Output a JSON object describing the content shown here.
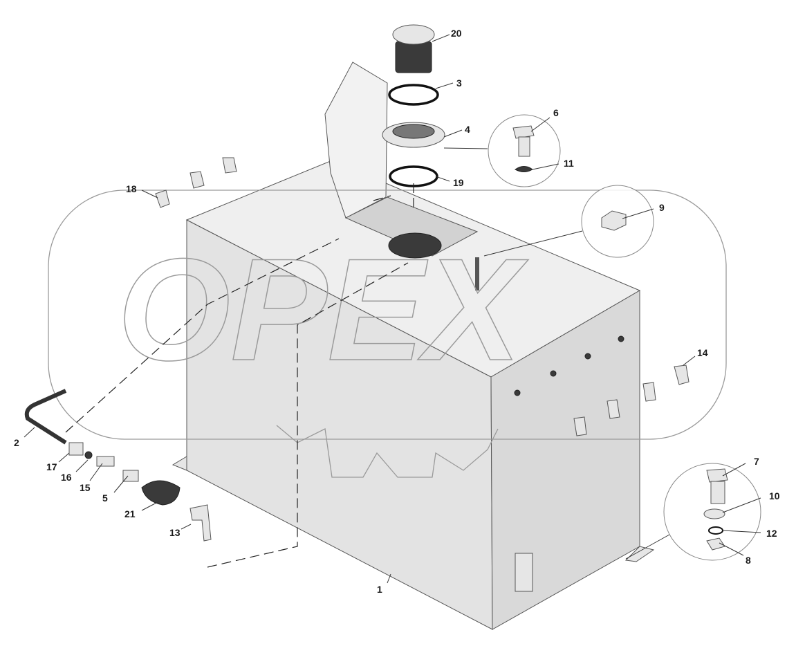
{
  "diagram": {
    "callouts": [
      {
        "id": "c1",
        "label": "1"
      },
      {
        "id": "c2",
        "label": "2"
      },
      {
        "id": "c3",
        "label": "3"
      },
      {
        "id": "c4",
        "label": "4"
      },
      {
        "id": "c5",
        "label": "5"
      },
      {
        "id": "c6",
        "label": "6"
      },
      {
        "id": "c7",
        "label": "7"
      },
      {
        "id": "c8",
        "label": "8"
      },
      {
        "id": "c9",
        "label": "9"
      },
      {
        "id": "c10",
        "label": "10"
      },
      {
        "id": "c11",
        "label": "11"
      },
      {
        "id": "c12",
        "label": "12"
      },
      {
        "id": "c13",
        "label": "13"
      },
      {
        "id": "c14",
        "label": "14"
      },
      {
        "id": "c15",
        "label": "15"
      },
      {
        "id": "c16",
        "label": "16"
      },
      {
        "id": "c17",
        "label": "17"
      },
      {
        "id": "c18",
        "label": "18"
      },
      {
        "id": "c19",
        "label": "19"
      },
      {
        "id": "c20",
        "label": "20"
      },
      {
        "id": "c21",
        "label": "21"
      }
    ],
    "watermark": "OPEX",
    "colors": {
      "background": "#ffffff",
      "tank": "#e6e6e6",
      "line": "#222222",
      "watermark": "#9a9a9a"
    }
  }
}
